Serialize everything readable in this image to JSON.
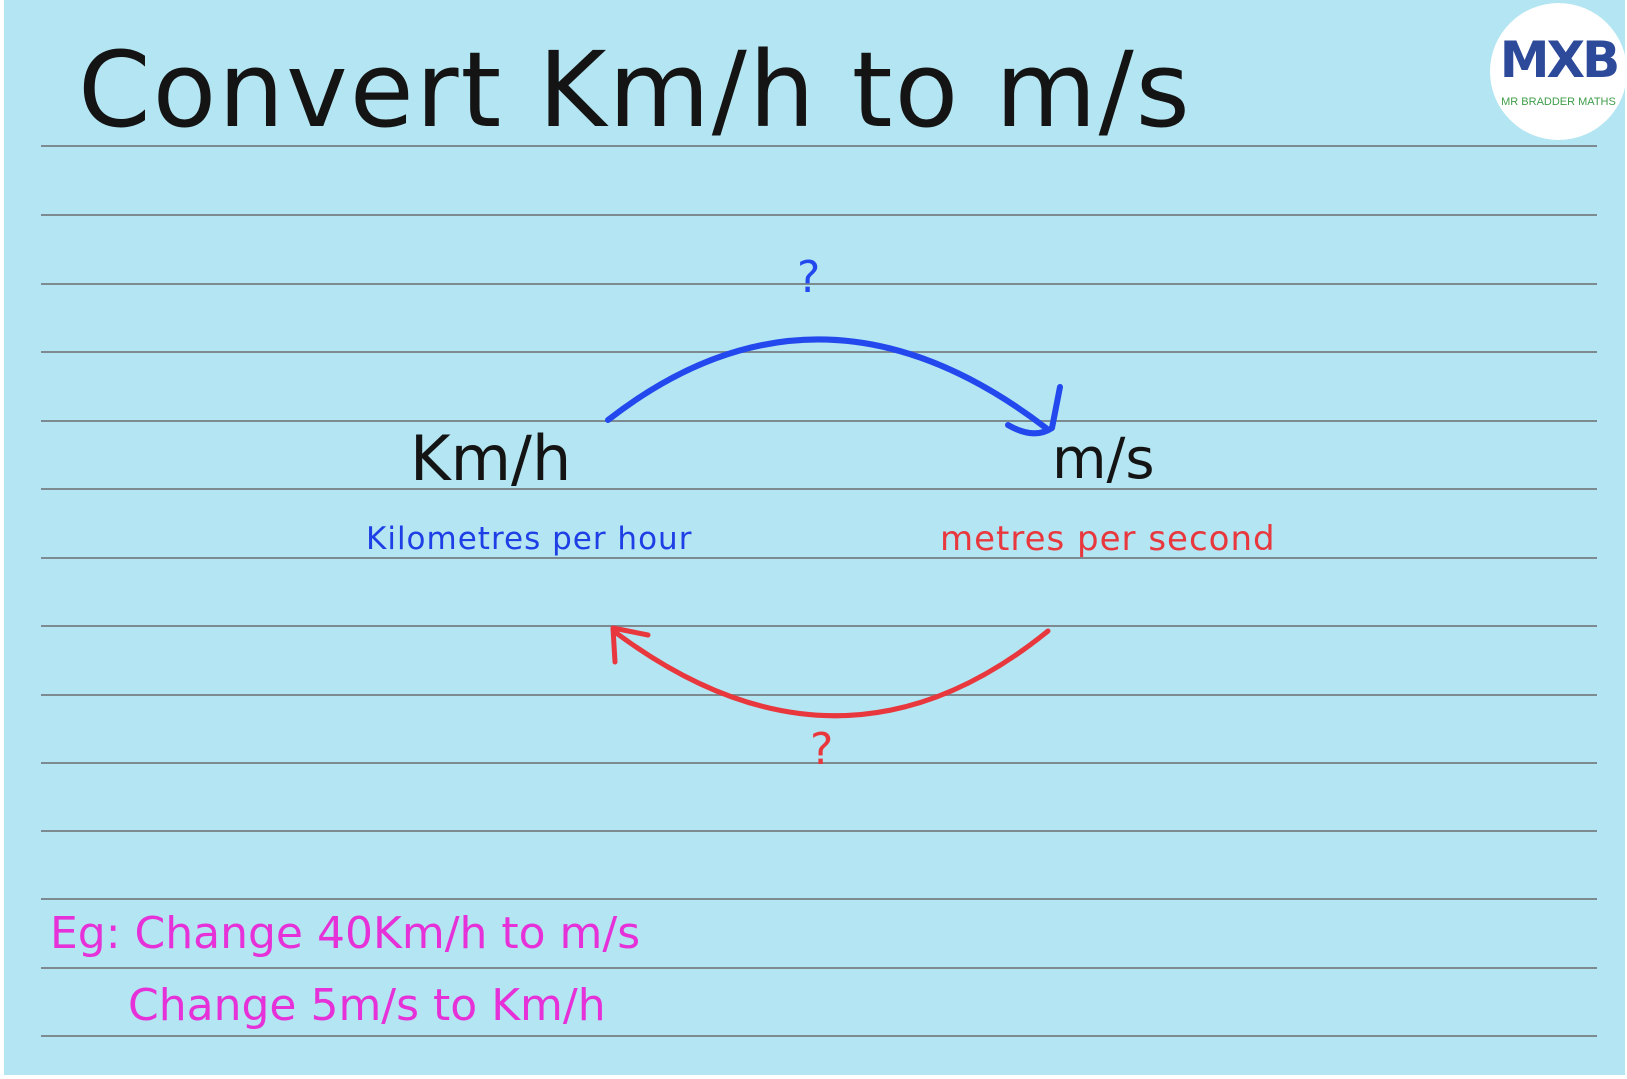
{
  "title": "Convert Km/h to m/s",
  "units": {
    "left": "Km/h",
    "left_description": "Kilometres per hour",
    "right": "m/s",
    "right_description": "metres per second"
  },
  "arrows": {
    "top_label": "?",
    "bottom_label": "?",
    "top_color": "#2248ee",
    "bottom_color": "#e8383d"
  },
  "examples": {
    "line1": "Eg: Change 40Km/h to m/s",
    "line2": "Change 5m/s to Km/h"
  },
  "logo": {
    "mark": "MXB",
    "text": "MR BRADDER MATHS"
  },
  "colors": {
    "paper": "#b3e5f2",
    "rule": "#7d8a8f",
    "ink": "#141414",
    "blue": "#1f3fe6",
    "red": "#e8383d",
    "magenta": "#e531d7",
    "logo_blue": "#2d4a9a",
    "logo_green": "#3f9d49"
  }
}
